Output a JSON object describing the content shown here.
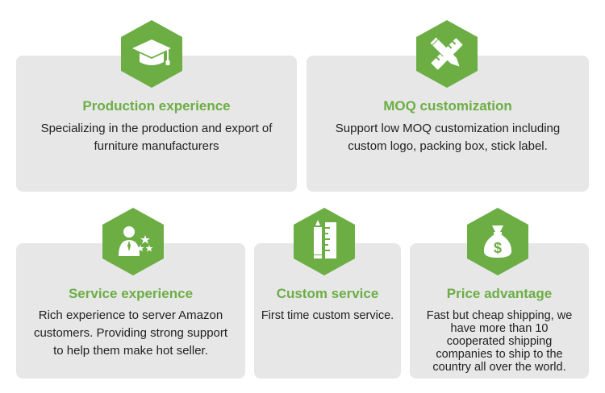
{
  "colors": {
    "accent": "#6cae44",
    "card_bg": "#e7e7e7",
    "text": "#222222"
  },
  "features": [
    {
      "icon": "graduation-cap-icon",
      "title": "Production experience",
      "lines": [
        "Specializing in the production and export of",
        "furniture manufacturers"
      ]
    },
    {
      "icon": "pencil-ruler-icon",
      "title": "MOQ customization",
      "lines": [
        "Support low MOQ customization including",
        "custom logo, packing box, stick label."
      ]
    },
    {
      "icon": "person-stars-icon",
      "title": "Service experience",
      "lines": [
        "Rich experience to server Amazon",
        "customers. Providing strong support",
        "to help them make hot seller."
      ]
    },
    {
      "icon": "pencil-ruler-vertical-icon",
      "title": "Custom service",
      "lines": [
        "First time custom service."
      ]
    },
    {
      "icon": "money-bag-icon",
      "title": "Price advantage",
      "lines": [
        "Fast but cheap shipping, we",
        "have more than 10",
        "cooperated shipping",
        "companies to ship to the",
        "country all over the world."
      ]
    }
  ]
}
